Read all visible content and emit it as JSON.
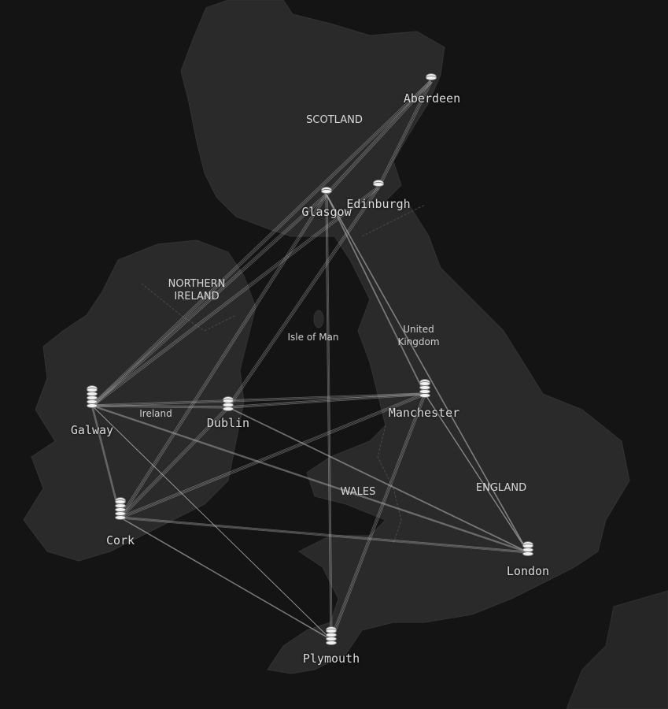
{
  "map": {
    "regions": {
      "scotland": "SCOTLAND",
      "northern_ireland": "NORTHERN\nIRELAND",
      "isle_of_man": "Isle of Man",
      "united_kingdom": "United\nKingdom",
      "ireland": "Ireland",
      "wales": "WALES",
      "england": "ENGLAND"
    },
    "cities": {
      "aberdeen": {
        "label": "Aberdeen",
        "stack": 1
      },
      "edinburgh": {
        "label": "Edinburgh",
        "stack": 1
      },
      "glasgow": {
        "label": "Glasgow",
        "stack": 1
      },
      "galway": {
        "label": "Galway",
        "stack": 5
      },
      "dublin": {
        "label": "Dublin",
        "stack": 3
      },
      "manchester": {
        "label": "Manchester",
        "stack": 4
      },
      "cork": {
        "label": "Cork",
        "stack": 5
      },
      "london": {
        "label": "London",
        "stack": 3
      },
      "plymouth": {
        "label": "Plymouth",
        "stack": 4
      }
    },
    "routes": [
      [
        "galway",
        "aberdeen"
      ],
      [
        "galway",
        "glasgow"
      ],
      [
        "galway",
        "edinburgh"
      ],
      [
        "galway",
        "dublin"
      ],
      [
        "galway",
        "manchester"
      ],
      [
        "galway",
        "london"
      ],
      [
        "galway",
        "plymouth"
      ],
      [
        "galway",
        "cork"
      ],
      [
        "cork",
        "glasgow"
      ],
      [
        "cork",
        "manchester"
      ],
      [
        "cork",
        "london"
      ],
      [
        "cork",
        "plymouth"
      ],
      [
        "cork",
        "dublin"
      ],
      [
        "dublin",
        "edinburgh"
      ],
      [
        "dublin",
        "manchester"
      ],
      [
        "dublin",
        "london"
      ],
      [
        "glasgow",
        "aberdeen"
      ],
      [
        "glasgow",
        "plymouth"
      ],
      [
        "glasgow",
        "london"
      ],
      [
        "glasgow",
        "manchester"
      ],
      [
        "edinburgh",
        "aberdeen"
      ],
      [
        "manchester",
        "plymouth"
      ],
      [
        "manchester",
        "london"
      ]
    ],
    "colors": {
      "background": "#141414",
      "land": "#2a2a2a",
      "route": "#bdbdbd",
      "marker": "#f2f2f2"
    }
  }
}
